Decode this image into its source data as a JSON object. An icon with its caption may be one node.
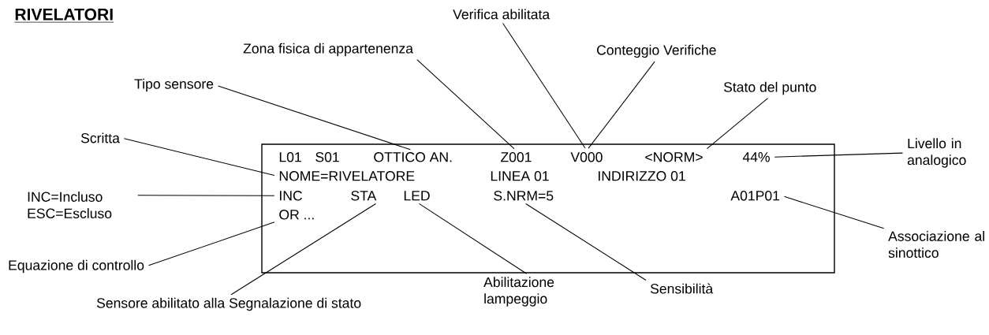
{
  "diagram": {
    "title": "RIVELATORI",
    "nodes": [
      {
        "text": [],
        "shape": "box"
      },
      {
        "text": [
          "L01"
        ],
        "in": 0
      },
      {
        "text": [
          "S01"
        ],
        "in": 0
      },
      {
        "text": [
          "OTTICO AN."
        ],
        "in": 0
      },
      {
        "text": [
          "Z001"
        ],
        "in": 0
      },
      {
        "text": [
          "V000"
        ],
        "in": 0
      },
      {
        "text": [
          "<NORM>"
        ],
        "in": 0
      },
      {
        "text": [
          "44%"
        ],
        "in": 0
      },
      {
        "text": [
          "NOME=RIVELATORE"
        ],
        "in": 0
      },
      {
        "text": [
          "LINEA 01"
        ],
        "in": 0
      },
      {
        "text": [
          "INDIRIZZO 01"
        ],
        "in": 0
      },
      {
        "text": [
          "INC"
        ],
        "in": 0
      },
      {
        "text": [
          "STA"
        ],
        "in": 0
      },
      {
        "text": [
          "LED"
        ],
        "in": 0
      },
      {
        "text": [
          "S.NRM=5"
        ],
        "in": 0
      },
      {
        "text": [
          "A01P01"
        ],
        "in": 0
      },
      {
        "text": [
          "OR ..."
        ],
        "in": 0
      },
      {
        "text": [
          "Verifica abilitata"
        ]
      },
      {
        "text": [
          "Zona fisica di appartenenza"
        ]
      },
      {
        "text": [
          "Conteggio Verifiche"
        ]
      },
      {
        "text": [
          "Tipo sensore"
        ]
      },
      {
        "text": [
          "Stato del punto"
        ]
      },
      {
        "text": [
          "Scritta"
        ]
      },
      {
        "text": [
          "Livello in analogico"
        ]
      },
      {
        "text": [
          "INC=Incluso ESC=Escluso"
        ]
      },
      {
        "text": [
          "Associazione al sinottico"
        ]
      },
      {
        "text": [
          "Equazione di controllo"
        ]
      },
      {
        "text": [
          "Abilitazione lampeggio"
        ]
      },
      {
        "text": [
          "Sensibilità"
        ]
      },
      {
        "text": [
          "Sensore abilitato alla Segnalazione di stato"
        ]
      }
    ],
    "edges": [
      {
        "from": 17,
        "to": 5,
        "arrow": "none"
      },
      {
        "from": 18,
        "to": 4,
        "arrow": "none"
      },
      {
        "from": 19,
        "to": 5,
        "arrow": "none"
      },
      {
        "from": 20,
        "to": 3,
        "arrow": "none"
      },
      {
        "from": 21,
        "to": 6,
        "arrow": "none"
      },
      {
        "from": 22,
        "to": 8,
        "arrow": "none"
      },
      {
        "from": 23,
        "to": 7,
        "arrow": "none"
      },
      {
        "from": 24,
        "to": 11,
        "arrow": "none"
      },
      {
        "from": 25,
        "to": 15,
        "arrow": "none"
      },
      {
        "from": 26,
        "to": 16,
        "arrow": "none"
      },
      {
        "from": 27,
        "to": 13,
        "arrow": "none"
      },
      {
        "from": 28,
        "to": 14,
        "arrow": "none"
      },
      {
        "from": 29,
        "to": 12,
        "arrow": "none"
      }
    ]
  }
}
